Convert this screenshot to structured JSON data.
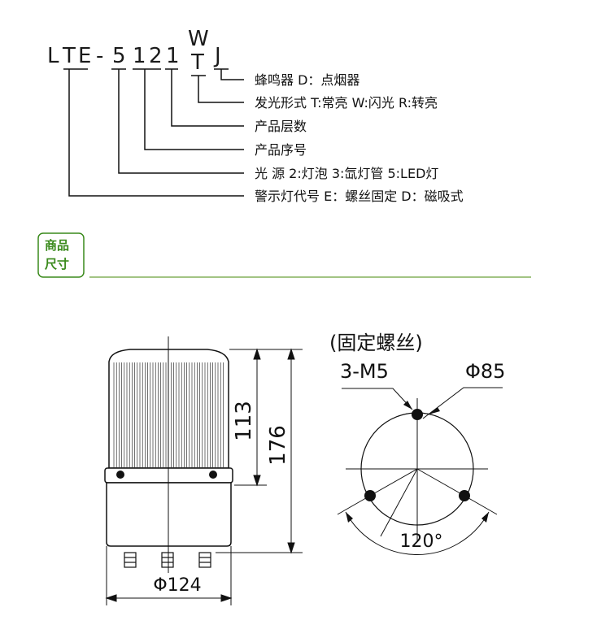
{
  "model": {
    "chars": [
      "L",
      "T",
      "E",
      "-",
      "5",
      "1",
      "2",
      "1",
      "W",
      "T",
      "J"
    ]
  },
  "legend": [
    {
      "text": "蜂鸣器  D：点烟器"
    },
    {
      "text": "发光形式 T:常亮  W:闪光  R:转亮"
    },
    {
      "text": "产品层数"
    },
    {
      "text": "产品序号"
    },
    {
      "text": "光   源    2:灯泡  3:氙灯管  5:LED灯"
    },
    {
      "text": "警示灯代号  E：螺丝固定   D：磁吸式"
    }
  ],
  "section_badge": {
    "line1": "商品",
    "line2": "尺寸"
  },
  "colors": {
    "badge": "#3a8a1c",
    "divider": "#6aa03a",
    "lines": "#111111"
  },
  "front_view": {
    "dim_113": "113",
    "dim_176": "176",
    "dim_diameter": "Φ124"
  },
  "top_view": {
    "note": "(固定螺丝)",
    "screw_label": "3-M5",
    "bolt_circle": "Φ85",
    "angle": "120°"
  }
}
